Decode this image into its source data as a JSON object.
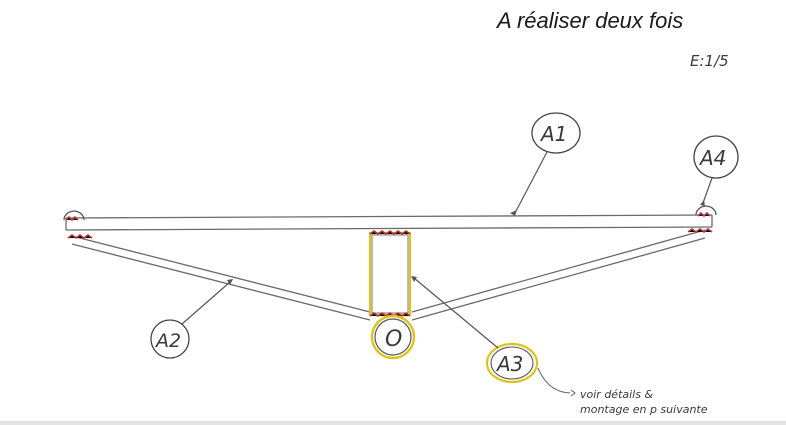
{
  "title": "A réaliser deux fois",
  "scale": "E:1/5",
  "labels": {
    "a1": "A1",
    "a2": "A2",
    "a3": "A3",
    "a4": "A4",
    "hub": "O"
  },
  "note": {
    "line1": "voir détails  &",
    "line2": "montage en p suivante"
  },
  "colors": {
    "pencil": "#6a6a6a",
    "ink": "#3a3a3a",
    "weld": "#b23a3a",
    "highlight": "#e0c21a"
  }
}
